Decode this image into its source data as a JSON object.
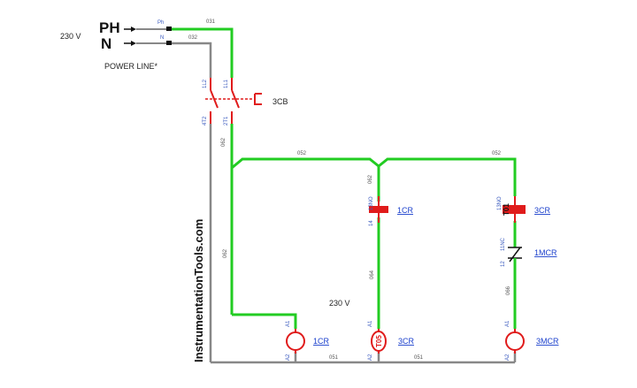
{
  "supply": {
    "voltage": "230 V",
    "phase": "PH",
    "neutral": "N",
    "caption": "POWER LINE*",
    "phase_tag": "Ph",
    "neutral_tag": "N"
  },
  "wires": {
    "w031": "031",
    "w032": "032",
    "w052_left": "052",
    "w052_right": "052",
    "w062_top": "062",
    "w062_left": "062",
    "w064": "064",
    "w066": "066",
    "w051_mid": "051",
    "w051_right": "051"
  },
  "breaker": {
    "label": "3CB",
    "t1": "1L1",
    "t2": "1L2",
    "t3": "2T1",
    "t4": "4T2"
  },
  "contacts": {
    "c1_label": "1CR",
    "c1_t1": "13NO",
    "c1_t2": "14",
    "c2_label": "3CR",
    "c2_tag": "T01",
    "c2_t1": "13NO",
    "c3_label": "1MCR",
    "c3_t1": "11NC",
    "c3_t2": "12"
  },
  "coils": {
    "k1_label": "1CR",
    "k2_label": "3CR",
    "k2_tag": "T05",
    "k3_label": "3MCR",
    "a1": "A1",
    "a2": "A2",
    "voltage": "230 V"
  },
  "watermark": "InstrumentationTools.com",
  "colors": {
    "live": "#22cc22",
    "neutral": "#888888",
    "device": "#e01b1b",
    "black": "#111111"
  }
}
